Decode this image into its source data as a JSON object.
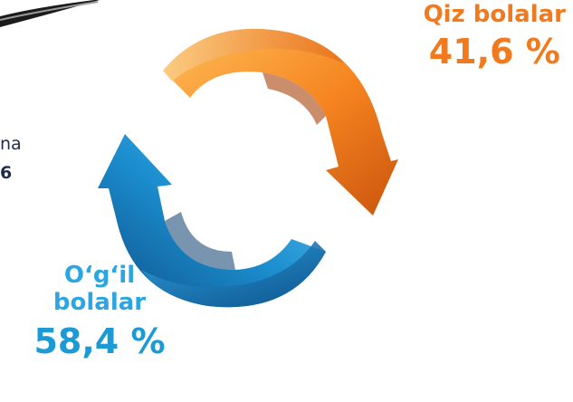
{
  "left_partial": {
    "line1": "na",
    "line2": "6"
  },
  "segments": {
    "girls": {
      "label": "Qiz bolalar",
      "percent": "41,6 %",
      "color": "#f07a1d"
    },
    "boys": {
      "label_line1": "O‘g‘il",
      "label_line2": "bolalar",
      "percent": "58,4 %",
      "color": "#2ba6e0"
    }
  }
}
